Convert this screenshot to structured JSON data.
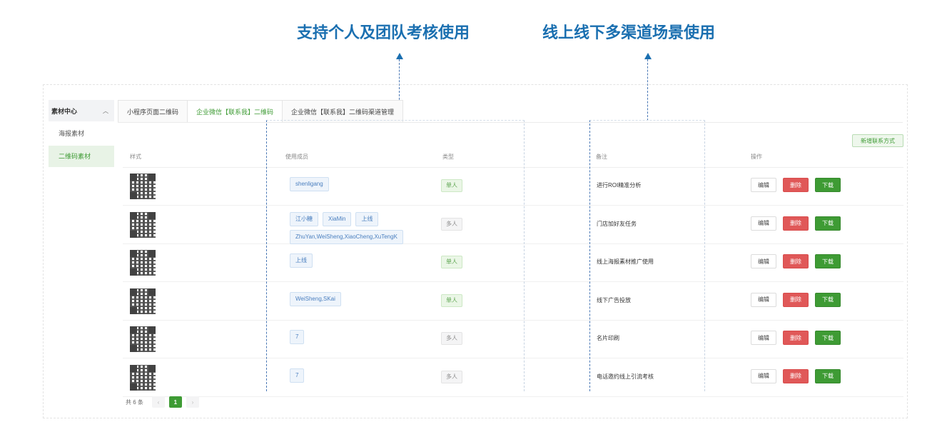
{
  "captions": {
    "left": "支持个人及团队考核使用",
    "right": "线上线下多渠道场景使用"
  },
  "sidebar": {
    "header": "素材中心",
    "items": [
      {
        "label": "海报素材",
        "active": false
      },
      {
        "label": "二维码素材",
        "active": true
      }
    ]
  },
  "tabs": [
    {
      "label": "小程序页面二维码",
      "active": false
    },
    {
      "label": "企业微信【联系我】二维码",
      "active": true
    },
    {
      "label": "企业微信【联系我】二维码渠道管理",
      "active": false
    }
  ],
  "add_button": "新增联系方式",
  "table": {
    "headers": {
      "style": "样式",
      "staff": "使用成员",
      "type": "类型",
      "note": "备注",
      "ops": "操作"
    },
    "rows": [
      {
        "staff": [
          "shenligang"
        ],
        "type": "单人",
        "type_kind": "single",
        "note": "进行ROI精准分析"
      },
      {
        "staff": [
          "江小糖",
          "XiaMin",
          "上线",
          "ZhuYan,WeiSheng,XiaoCheng,XuTengK"
        ],
        "type": "多人",
        "type_kind": "multi",
        "note": "门店加好友任务"
      },
      {
        "staff": [
          "上线"
        ],
        "type": "单人",
        "type_kind": "single",
        "note": "线上海报素材推广使用"
      },
      {
        "staff": [
          "WeiSheng,SKai"
        ],
        "type": "单人",
        "type_kind": "single",
        "note": "线下广告投放"
      },
      {
        "staff": [
          "7"
        ],
        "type": "多人",
        "type_kind": "multi",
        "note": "名片印刷"
      },
      {
        "staff": [
          "7"
        ],
        "type": "多人",
        "type_kind": "multi",
        "note": "电话邀约线上引流考核"
      }
    ],
    "actions": {
      "edit": "编辑",
      "delete": "删除",
      "download": "下载"
    }
  },
  "pagination": {
    "total_text": "共 6 条",
    "prev": "‹",
    "current": "1",
    "next": "›"
  },
  "colors": {
    "caption": "#1a6fb0",
    "accent_green": "#3e9b34",
    "delete_red": "#e05858"
  }
}
